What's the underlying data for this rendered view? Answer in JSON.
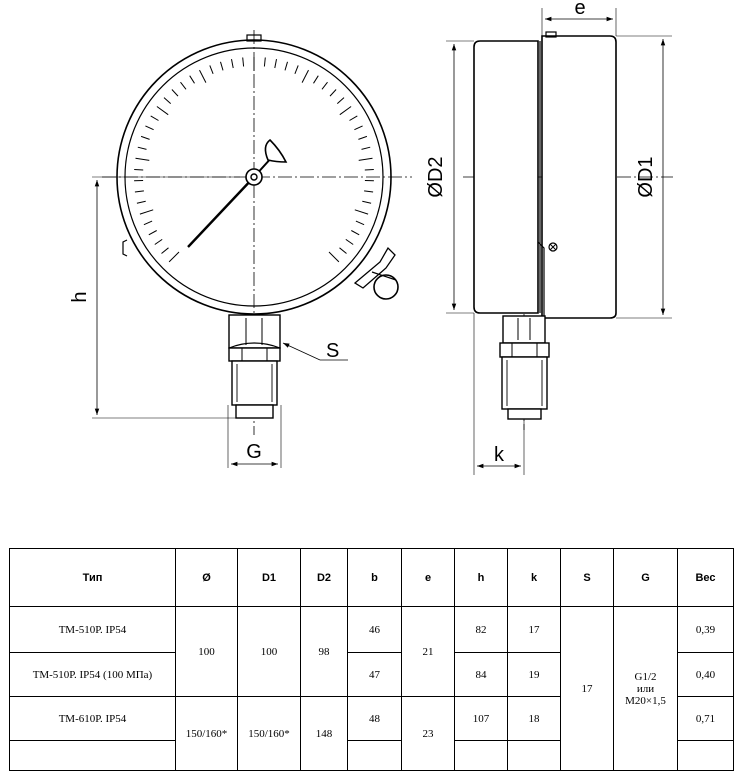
{
  "drawing": {
    "dimension_labels": {
      "h": "h",
      "S": "S",
      "G": "G",
      "k": "k",
      "e": "e",
      "D2": "ØD2",
      "D1": "ØD1"
    }
  },
  "table": {
    "headers": [
      "Тип",
      "Ø",
      "D1",
      "D2",
      "b",
      "e",
      "h",
      "k",
      "S",
      "G",
      "Вес"
    ],
    "rows": [
      {
        "type": "ТМ-510Р. IP54",
        "b": "46",
        "h": "82",
        "k": "17",
        "weight": "0,39"
      },
      {
        "type": "ТМ-510Р. IP54 (100 МПа)",
        "b": "47",
        "h": "84",
        "k": "19",
        "weight": "0,40"
      },
      {
        "type": "ТМ-610Р. IP54",
        "b": "48",
        "h": "107",
        "k": "18",
        "weight": "0,71"
      }
    ],
    "group_100": {
      "diameter": "100",
      "D1": "100",
      "D2": "98",
      "e": "21"
    },
    "group_150": {
      "diameter": "150/160*",
      "D1": "150/160*",
      "D2": "148",
      "e": "23"
    },
    "S": "17",
    "G_lines": [
      "G1/2",
      "или",
      "M20×1,5"
    ]
  }
}
